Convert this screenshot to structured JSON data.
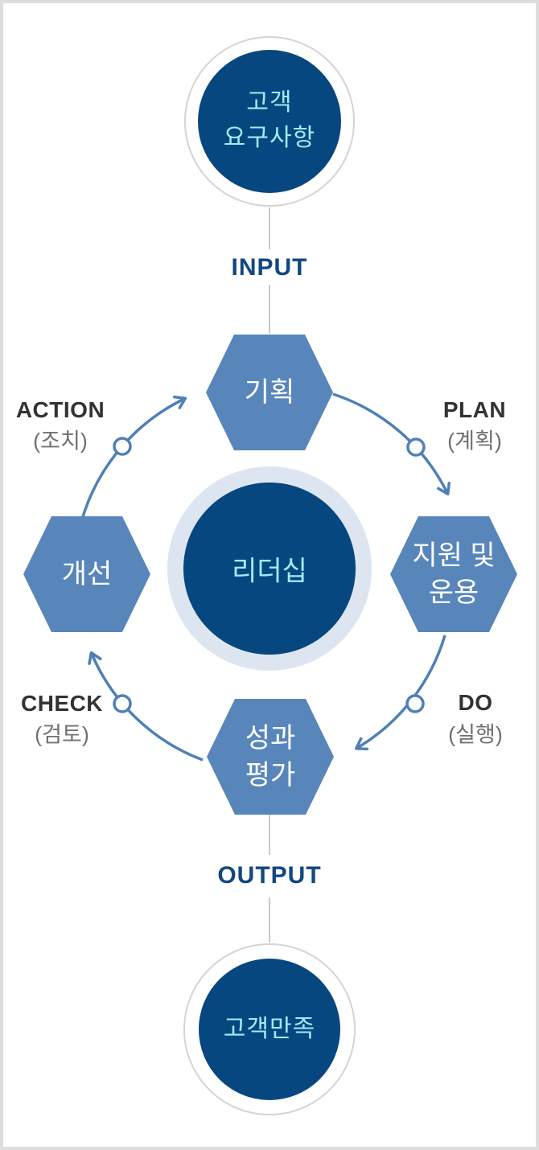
{
  "flow": {
    "input_node": "고객\n요구사항",
    "input_caption": "INPUT",
    "center_node": "리더십",
    "output_caption": "OUTPUT",
    "output_node": "고객만족"
  },
  "cycle": {
    "plan": {
      "hex": "기획",
      "en": "PLAN",
      "ko": "(계획)"
    },
    "do": {
      "hex": "지원 및\n운용",
      "en": "DO",
      "ko": "(실행)"
    },
    "check": {
      "hex": "성과\n평가",
      "en": "CHECK",
      "ko": "(검토)"
    },
    "action": {
      "hex": "개선",
      "en": "ACTION",
      "ko": "(조치)"
    }
  },
  "colors": {
    "navy": "#07477F",
    "hex-blue": "#5886BB",
    "arc-blue": "#4F80B5",
    "cyan-text": "#A2EBF6",
    "ring-light": "#DCE5F0",
    "caption-navy": "#12477F",
    "label-dark": "#323232",
    "label-gray": "#707070",
    "line-gray": "#C9C9C9",
    "circle-stroke": "#D4D4D4",
    "page-border": "#DDDDDD"
  }
}
